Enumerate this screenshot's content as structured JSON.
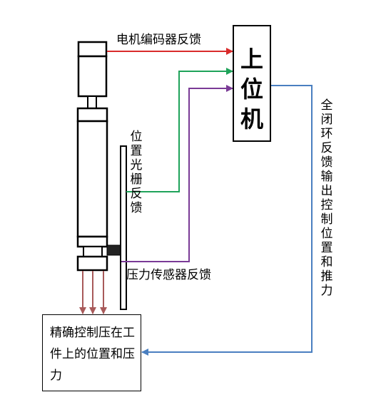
{
  "diagram": {
    "host": {
      "label": "上位机"
    },
    "feedbacks": {
      "encoder": "电机编码器反馈",
      "grating": "位置光栅反馈",
      "force_sensor": "压力传感器反馈"
    },
    "output": "全闭环反馈输出控制位置和推力",
    "result": "精确控制压在工件上的位置和压力",
    "colors": {
      "encoder_line": "#d92b2b",
      "grating_line": "#1fa35a",
      "sensor_line": "#7a3a96",
      "output_line": "#4a7fc0",
      "force_arrows": "#a85a5a"
    }
  }
}
